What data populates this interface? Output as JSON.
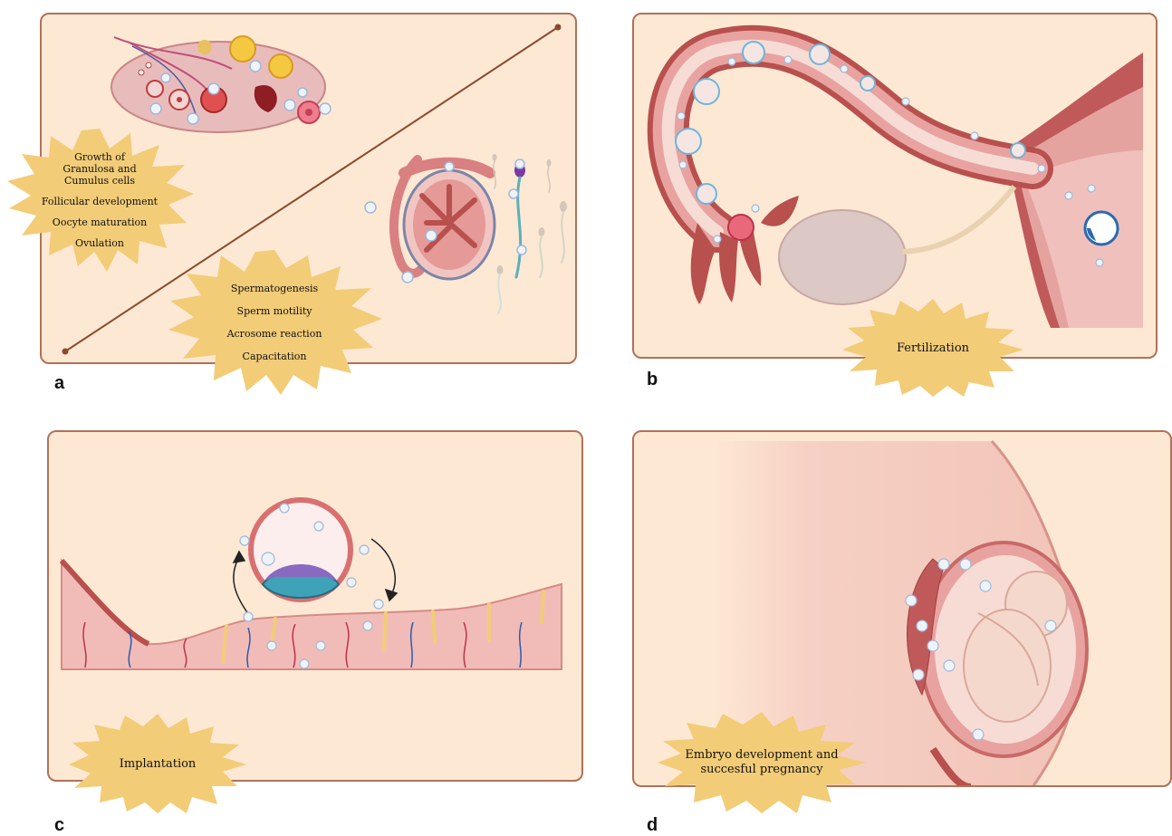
{
  "colors": {
    "panel_bg": "#fde8d4",
    "panel_border": "#b07258",
    "burst_fill": "#f2cc77",
    "tissue": "#e8a3a0",
    "tissue_dark": "#b8504d",
    "virus_icon": "#9fb8d8"
  },
  "panel_a": {
    "letter": "a",
    "female_items": [
      "Growth of Granulosa and Cumulus cells",
      "Follicular development",
      "Oocyte maturation",
      "Ovulation"
    ],
    "male_items": [
      "Spermatogenesis",
      "Sperm motility",
      "Acrosome reaction",
      "Capacitation"
    ]
  },
  "panel_b": {
    "letter": "b",
    "label": "Fertilization"
  },
  "panel_c": {
    "letter": "c",
    "label": "Implantation"
  },
  "panel_d": {
    "letter": "d",
    "label": "Embryo development and succesful pregnancy"
  }
}
